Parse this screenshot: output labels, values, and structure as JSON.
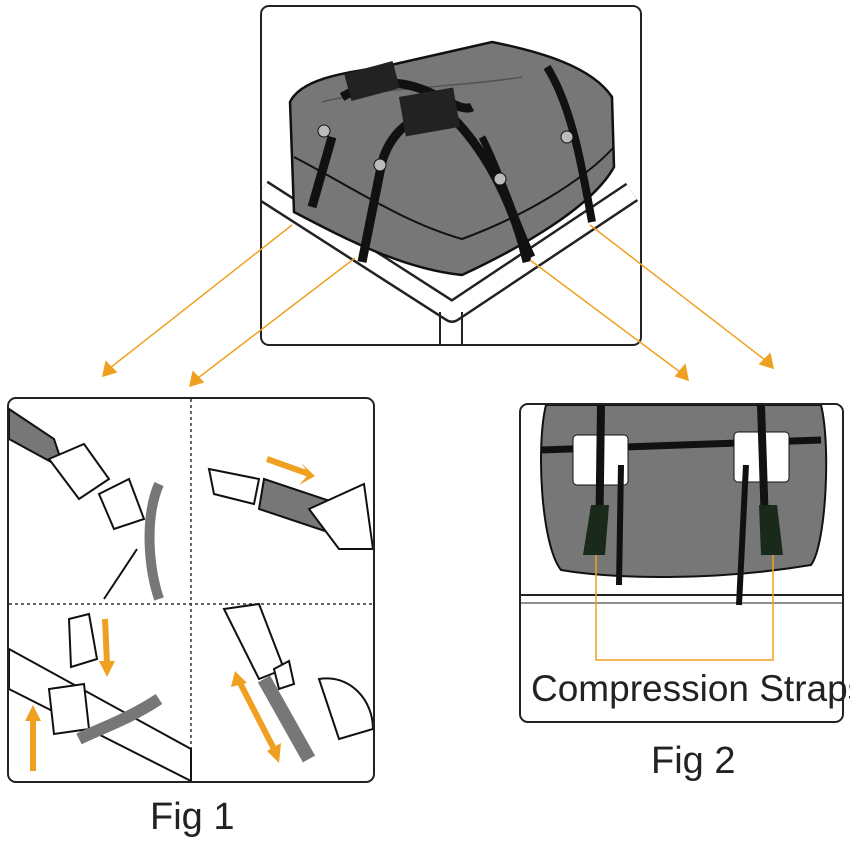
{
  "captions": {
    "fig1": "Fig 1",
    "fig2": "Fig 2"
  },
  "fig2": {
    "label": "Compression Straps"
  },
  "colors": {
    "accent": "#f0a020",
    "bag": "#777777",
    "strap": "#111111",
    "outline": "#222222"
  }
}
